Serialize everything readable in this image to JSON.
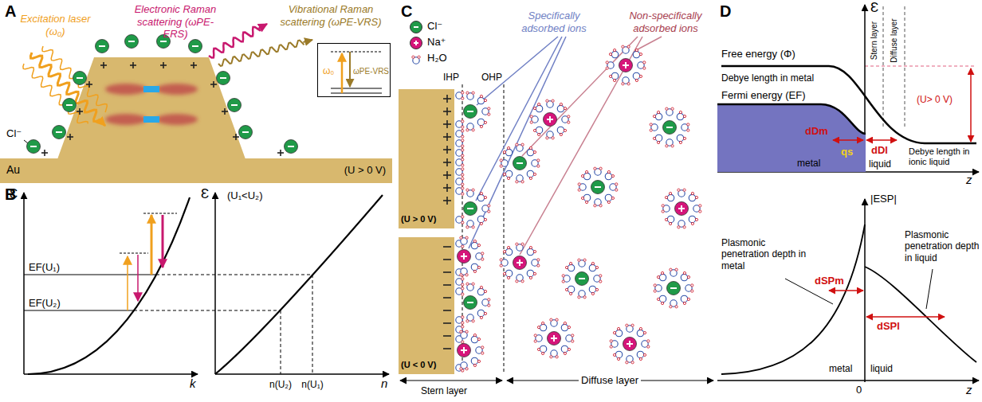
{
  "diagram": {
    "nodes": [
      {
        "text": [
          "Au",
          "(U > 0 V)"
        ]
      },
      {
        "text": [
          "ω₀",
          "ωPE-VRS"
        ]
      },
      {
        "text": [
          "(U > 0 V)"
        ]
      },
      {
        "text": [
          "(U < 0 V)"
        ]
      },
      {
        "text": [
          "metal"
        ]
      }
    ],
    "labels": [
      "A",
      "Excitation laser (ω₀)",
      "Electronic Raman scattering (ωPE-ERS)",
      "Vibrational Raman scattering (ωPE-VRS)",
      "Cl⁻",
      "B",
      "Ɛ",
      "k",
      "EF(U₁)",
      "EF(U₂)",
      "Ɛ",
      "(U₁<U₂)",
      "n",
      "n(U₂)",
      "n(U₁)",
      "C",
      "Specifically adsorbed ions",
      "Non-specifically adsorbed ions",
      "IHP",
      "OHP",
      "Stern layer",
      "Diffuse layer",
      "D",
      "Ɛ",
      "Free energy (Φ)",
      "Debye length in metal",
      "Fermi energy (EF)",
      "dDm",
      "dDl",
      "(U> 0 V)",
      "qs",
      "Debye length in ionic liquid",
      "Stern layer",
      "Diffuse layer",
      "liquid",
      "z",
      "|ESP|",
      "Plasmonic penetration depth in metal",
      "Plasmonic penetration depth in liquid",
      "dSPm",
      "dSPl",
      "metal",
      "liquid",
      "0",
      "z"
    ],
    "legend": [
      {
        "text": "Cl⁻",
        "color": "#1f9a48"
      },
      {
        "text": "Na⁺",
        "color": "#d6157a"
      },
      {
        "text": "H₂O"
      }
    ]
  }
}
